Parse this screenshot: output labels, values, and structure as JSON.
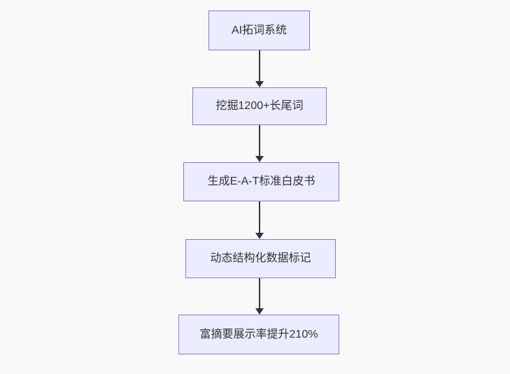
{
  "diagram": {
    "type": "flowchart",
    "direction": "top-down",
    "colors": {
      "background": "#f9f9f9",
      "node_fill": "#ececff",
      "node_border": "#9370db",
      "arrow_color": "#333333",
      "text_color": "#333333"
    },
    "nodes": [
      {
        "id": "n1",
        "label": "AI拓词系统"
      },
      {
        "id": "n2",
        "label": "挖掘1200+长尾词"
      },
      {
        "id": "n3",
        "label": "生成E-A-T标准白皮书"
      },
      {
        "id": "n4",
        "label": "动态结构化数据标记"
      },
      {
        "id": "n5",
        "label": "富摘要展示率提升210%"
      }
    ],
    "edges": [
      {
        "from": "n1",
        "to": "n2"
      },
      {
        "from": "n2",
        "to": "n3"
      },
      {
        "from": "n3",
        "to": "n4"
      },
      {
        "from": "n4",
        "to": "n5"
      }
    ]
  }
}
